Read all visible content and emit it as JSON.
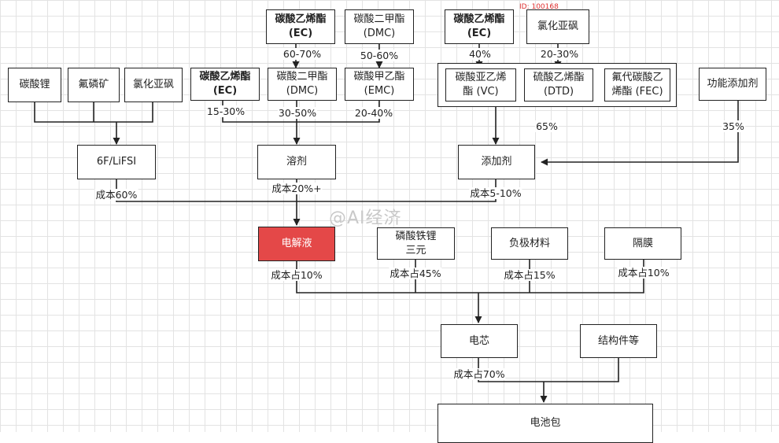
{
  "watermark": "@AI经济",
  "id_tag": "ID: 100168",
  "nodes": {
    "tansuanli": "碳酸锂",
    "fulinkuang": "氟磷矿",
    "lvhuayafeng_1": "氯化亚砜",
    "ec_left": "碳酸乙烯酯\n(EC)",
    "ec_top": "碳酸乙烯酯\n(EC)",
    "dmc_top": "碳酸二甲酯\n(DMC)",
    "dmc_mid": "碳酸二甲酯\n(DMC)",
    "emc_mid": "碳酸甲乙酯\n(EMC)",
    "ec_right": "碳酸乙烯酯\n(EC)",
    "lvhuayafeng_2": "氯化亚砜",
    "vc": "碳酸亚乙烯\n酯 (VC)",
    "dtd": "硫酸乙烯酯\n(DTD)",
    "fec": "氟代碳酸乙\n烯酯 (FEC)",
    "functional_additive": "功能添加剂",
    "lifsi": "6F/LiFSI",
    "solvent": "溶剂",
    "additive": "添加剂",
    "electrolyte": "电解液",
    "cathode": "磷酸铁锂\n三元",
    "anode": "负极材料",
    "separator": "隔膜",
    "cell": "电芯",
    "structural_parts": "结构件等",
    "battery_pack": "电池包"
  },
  "labels": {
    "ec_share": "15-30%",
    "ec_top_share": "60-70%",
    "dmc_top_share": "50-60%",
    "dmc_share": "30-50%",
    "emc_share": "20-40%",
    "ec_right_share": "40%",
    "lvhuayafeng_share": "20-30%",
    "group_share": "65%",
    "functional_share": "35%",
    "lifsi_cost": "成本60%",
    "solvent_cost": "成本20%+",
    "additive_cost": "成本5-10%",
    "electrolyte_cost": "成本占10%",
    "cathode_cost": "成本占45%",
    "anode_cost": "成本占15%",
    "separator_cost": "成本占10%",
    "cell_cost": "成本占70%"
  },
  "colors": {
    "highlight": "#e44848",
    "line": "#222222"
  }
}
